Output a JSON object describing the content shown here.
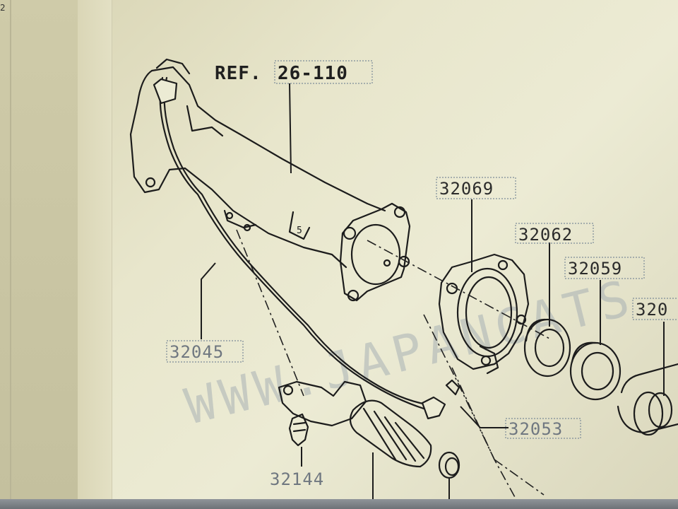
{
  "page": {
    "corner_number": "2"
  },
  "diagram": {
    "reference": {
      "prefix": "REF.",
      "code": "26-110"
    },
    "parts": {
      "p32069": "32069",
      "p32062": "32062",
      "p32059": "32059",
      "p32045": "32045",
      "p32053": "32053",
      "p32144": "32144",
      "p320_cut": "320"
    },
    "watermark": "WWW.JAPANCATS"
  },
  "colors": {
    "line": "#1c1c1c",
    "paper": "#ecebd4",
    "label_box": "#7d8c99"
  }
}
